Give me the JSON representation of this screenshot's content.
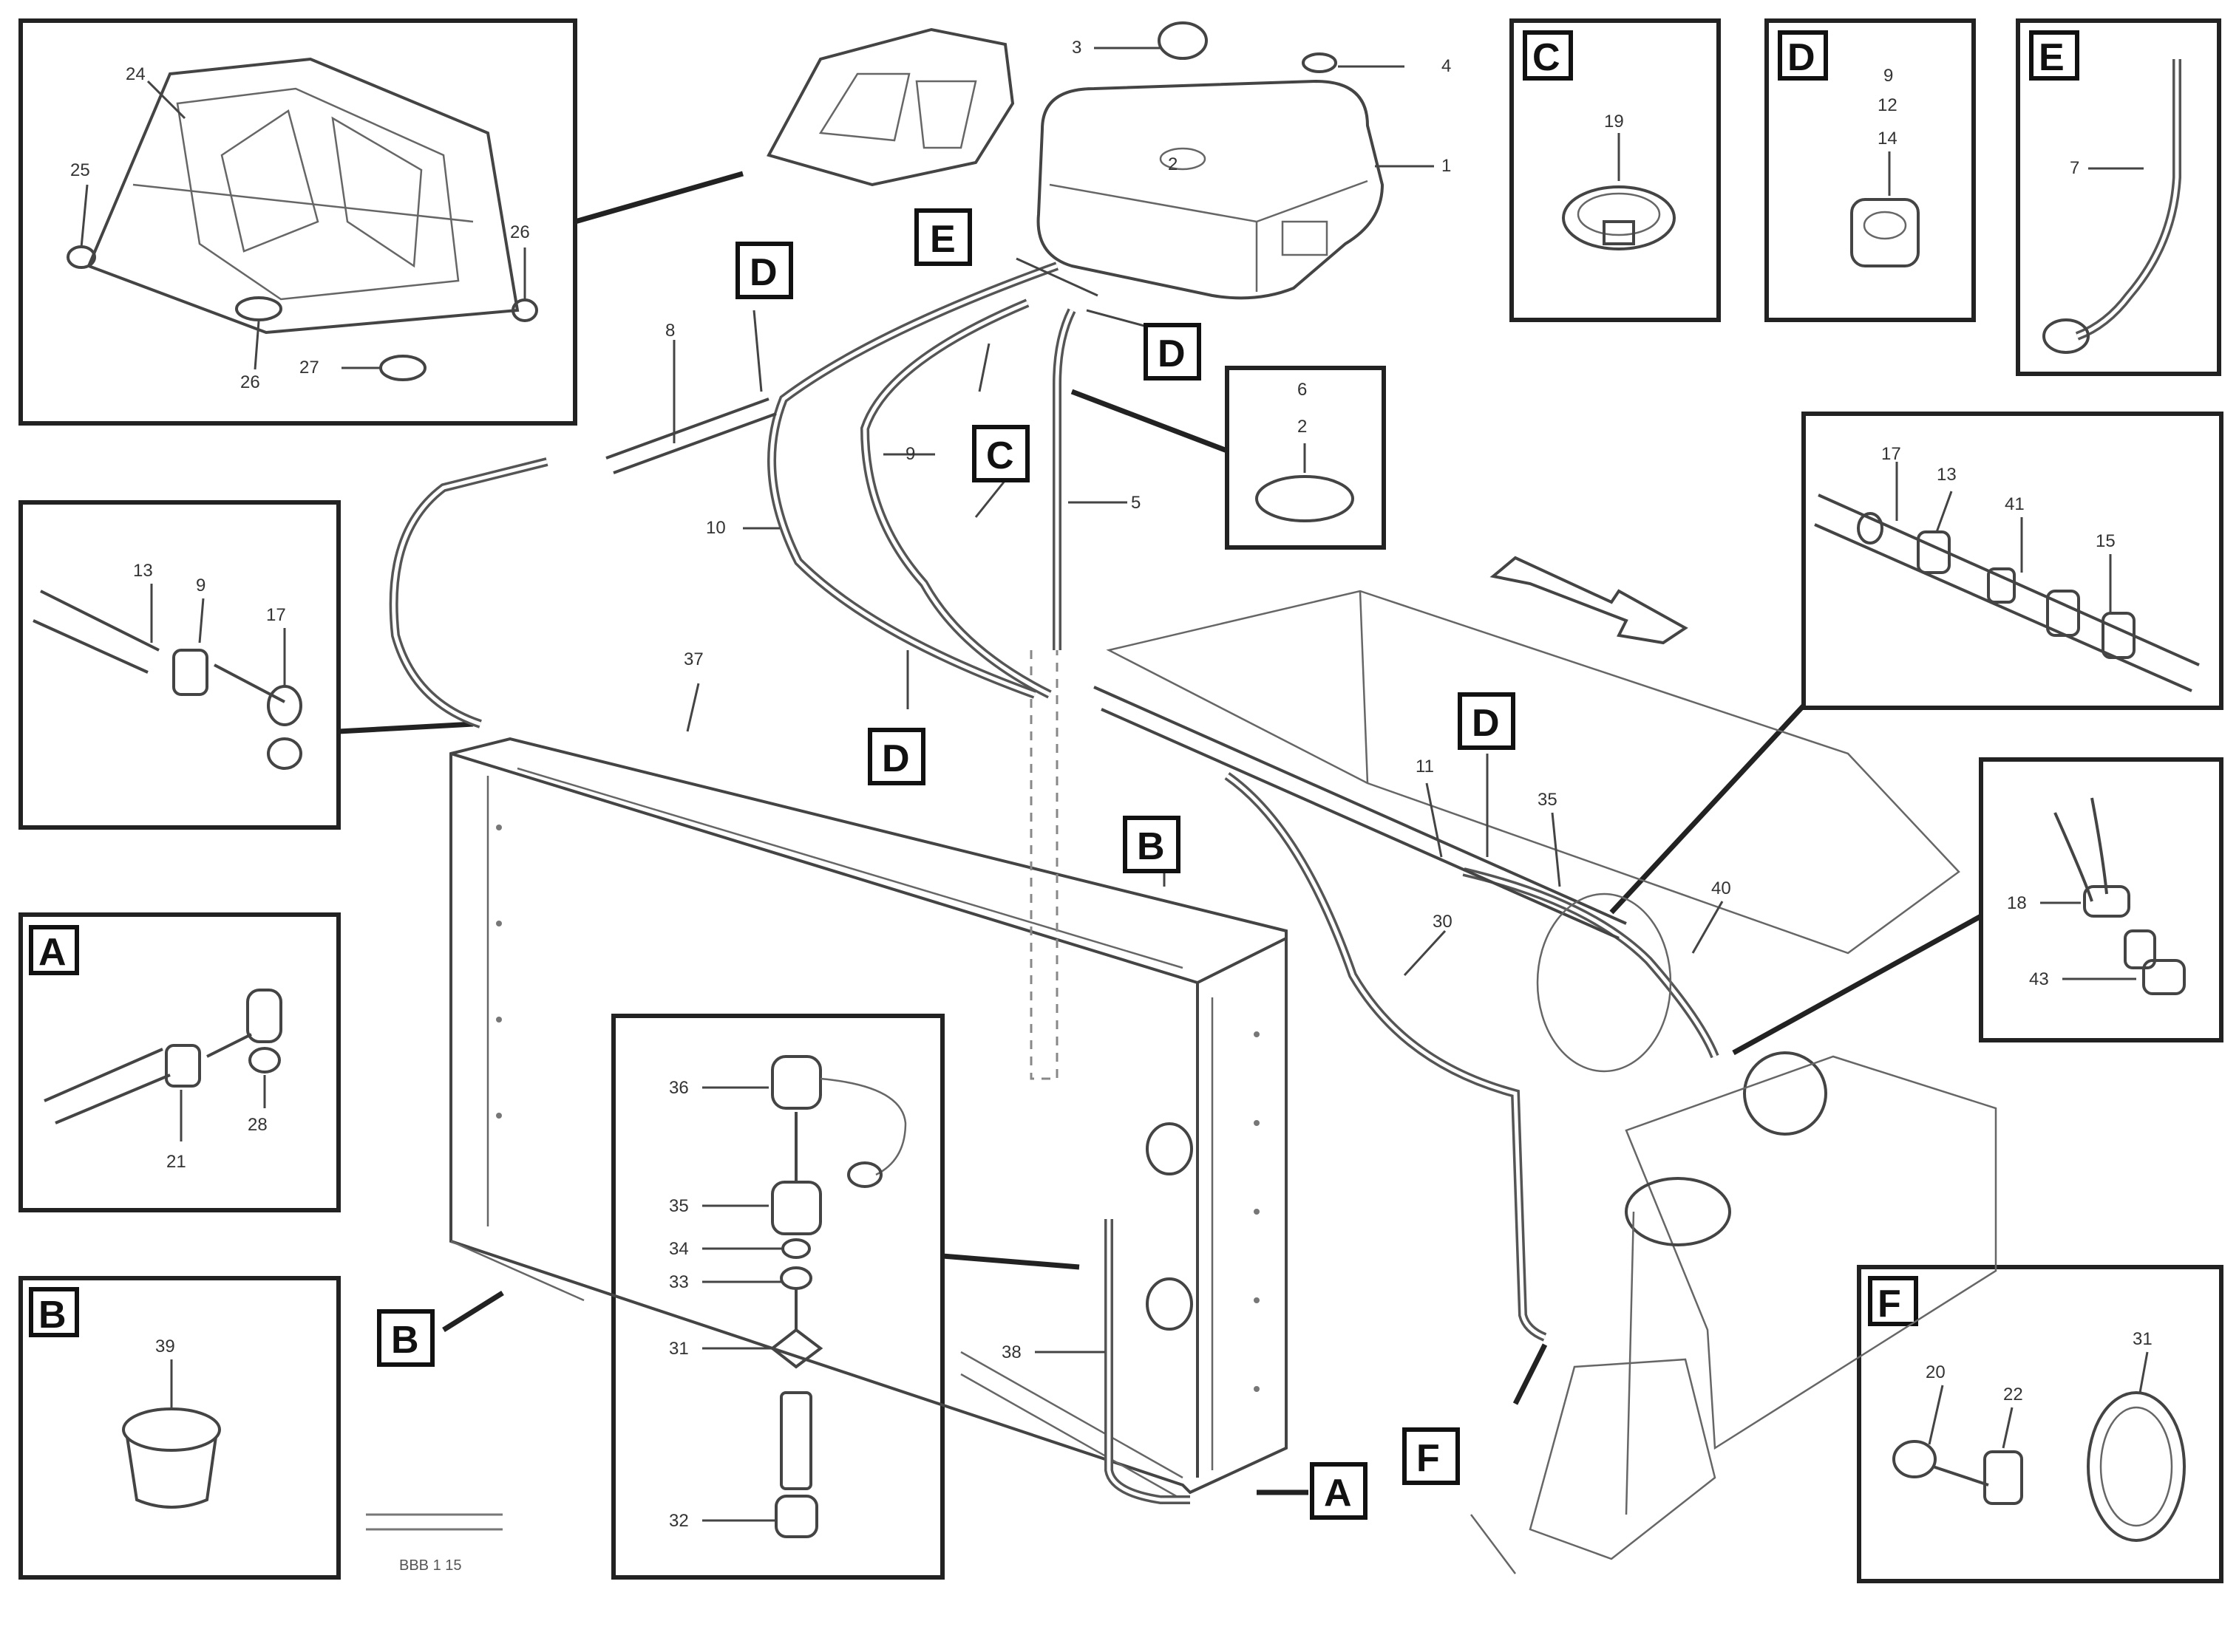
{
  "figure_code": "BBB 1 15",
  "footer_lines": [
    "",
    ""
  ],
  "section_tags": {
    "C": "C",
    "D": "D",
    "E": "E",
    "A": "A",
    "B": "B",
    "F": "F"
  },
  "callouts": {
    "tl_24": "24",
    "tl_25": "25",
    "tl_26a": "26",
    "tl_27": "27",
    "tl_26b": "26",
    "tank_3": "3",
    "tank_4": "4",
    "tank_1": "1",
    "tank_2": "2",
    "c_19": "19",
    "d_9": "9",
    "d_12": "12",
    "d_14": "14",
    "e_7": "7",
    "mid_8": "8",
    "mid_9": "9",
    "mid_5": "5",
    "mid_10": "10",
    "sub_6": "6",
    "sub_2": "2",
    "l_13": "13",
    "l_9": "9",
    "l_17": "17",
    "a_21": "21",
    "a_28": "28",
    "r1_17": "17",
    "r1_13": "13",
    "r1_41": "41",
    "r1_15": "15",
    "main_37": "37",
    "main_11": "11",
    "main_35": "35",
    "main_40": "40",
    "main_30": "30",
    "r2_18": "18",
    "r2_43": "43",
    "b_39": "39",
    "bc_36": "36",
    "bc_35": "35",
    "bc_34": "34",
    "bc_33": "33",
    "bc_31": "31",
    "bc_32": "32",
    "bc_38": "38",
    "f_20": "20",
    "f_22": "22",
    "f_31": "31"
  }
}
